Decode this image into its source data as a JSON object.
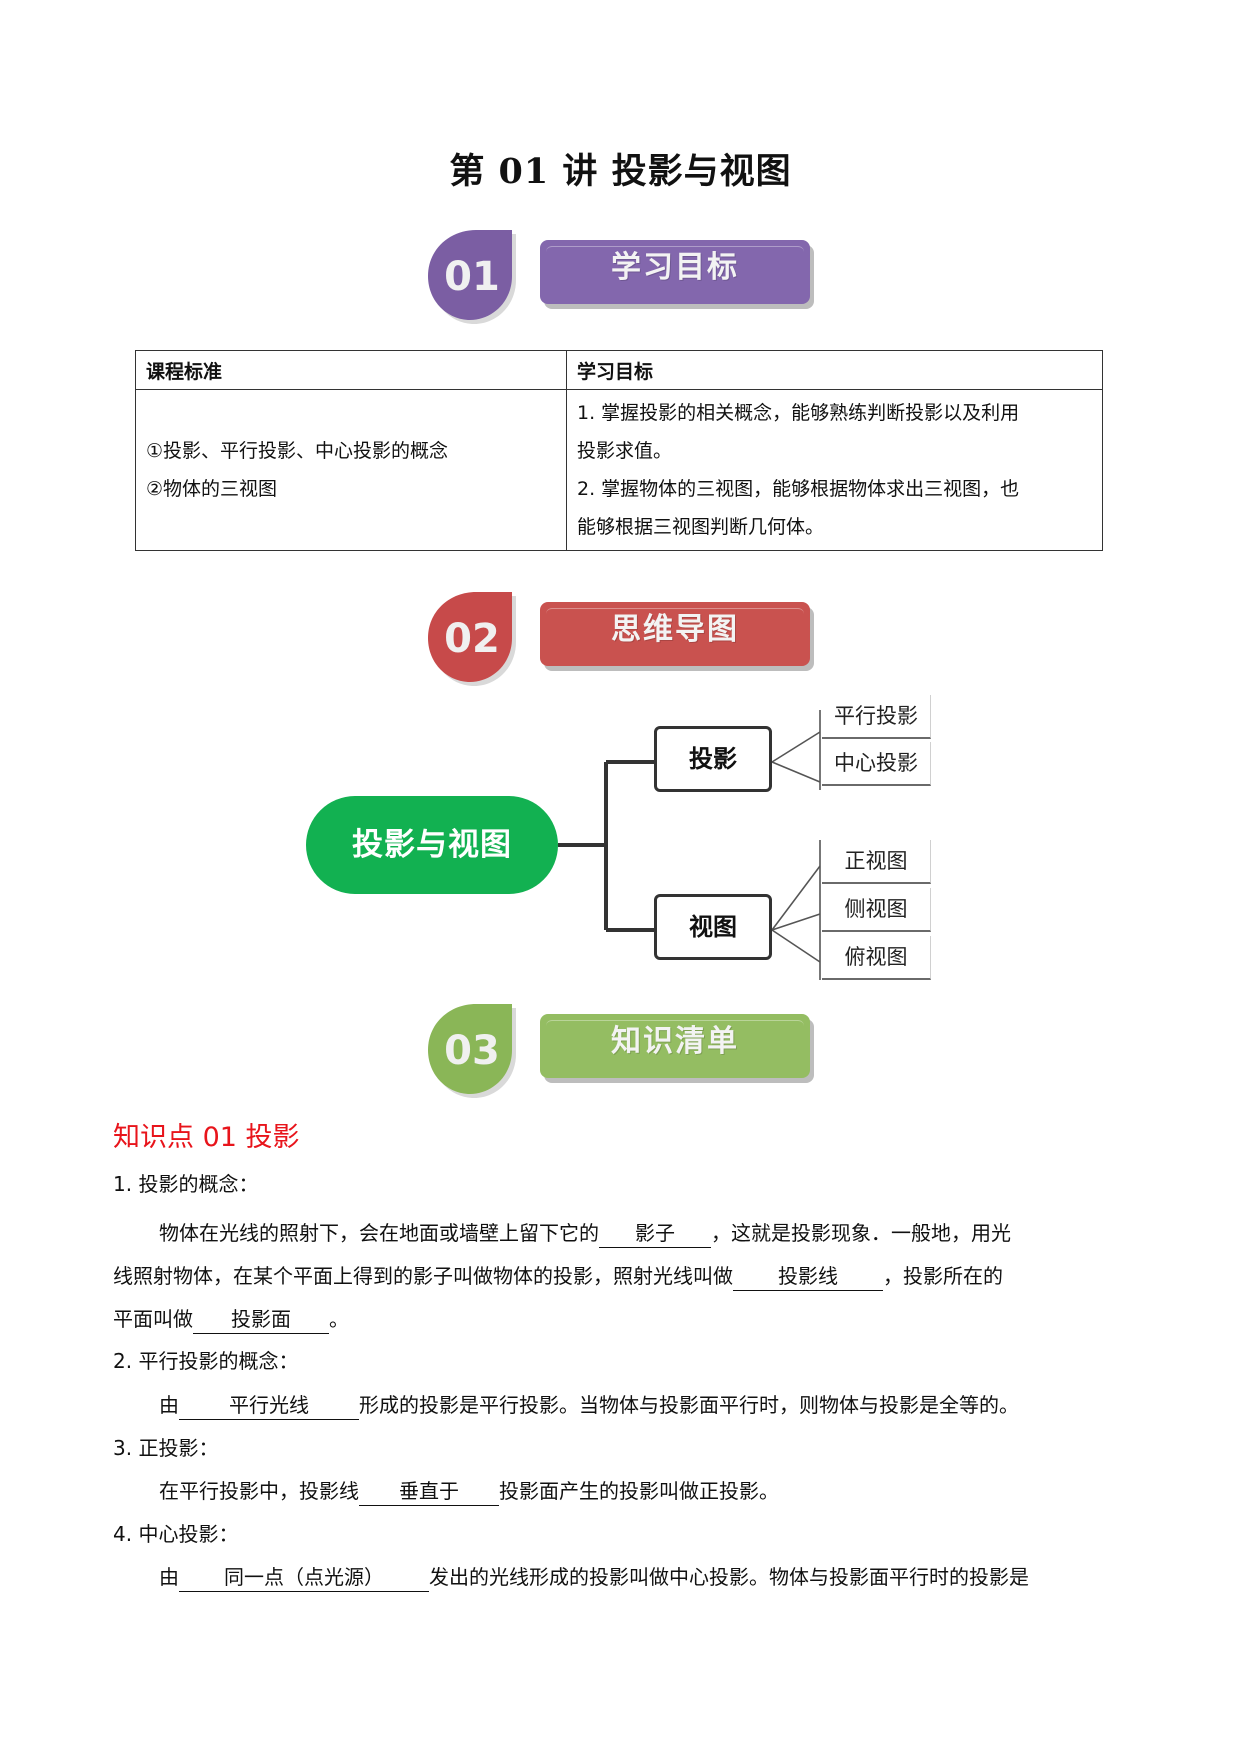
{
  "title": "第 01 讲  投影与视图",
  "sections": [
    {
      "num": "01",
      "label": "学习目标",
      "color": "#7b5ea3",
      "bar_color": "#8367ad"
    },
    {
      "num": "02",
      "label": "思维导图",
      "color": "#c74a4a",
      "bar_color": "#c9524f"
    },
    {
      "num": "03",
      "label": "知识清单",
      "color": "#8ab657",
      "bar_color": "#94bd62"
    }
  ],
  "table": {
    "headers": [
      "课程标准",
      "学习目标"
    ],
    "standards": [
      "①投影、平行投影、中心投影的概念",
      "②物体的三视图"
    ],
    "goals": [
      "1. 掌握投影的相关概念，能够熟练判断投影以及利用",
      "投影求值。",
      "2. 掌握物体的三视图，能够根据物体求出三视图，也",
      "能够根据三视图判断几何体。"
    ]
  },
  "mindmap": {
    "root": "投影与视图",
    "branches": [
      {
        "label": "投影",
        "leaves": [
          "平行投影",
          "中心投影"
        ]
      },
      {
        "label": "视图",
        "leaves": [
          "正视图",
          "侧视图",
          "俯视图"
        ]
      }
    ]
  },
  "knowledge": {
    "title": "知识点 01  投影",
    "item1_head": "1. 投影的概念：",
    "item1_a": "物体在光线的照射下，会在地面或墙壁上留下它的",
    "item1_blank1": "影子",
    "item1_b": "，这就是投影现象．一般地，用光",
    "item1_c": "线照射物体，在某个平面上得到的影子叫做物体的投影，照射光线叫做",
    "item1_blank2": "投影线",
    "item1_d": "，投影所在的",
    "item1_e": "平面叫做",
    "item1_blank3": "投影面",
    "item1_f": "。",
    "item2_head": "2. 平行投影的概念：",
    "item2_a": "由",
    "item2_blank": "平行光线",
    "item2_b": "形成的投影是平行投影。当物体与投影面平行时，则物体与投影是全等的。",
    "item3_head": "3.   正投影：",
    "item3_a": "在平行投影中，投影线",
    "item3_blank": "垂直于",
    "item3_b": "投影面产生的投影叫做正投影。",
    "item4_head": "4.   中心投影：",
    "item4_a": "由",
    "item4_blank": "同一点（点光源）",
    "item4_b": "发出的光线形成的投影叫做中心投影。物体与投影面平行时的投影是"
  }
}
